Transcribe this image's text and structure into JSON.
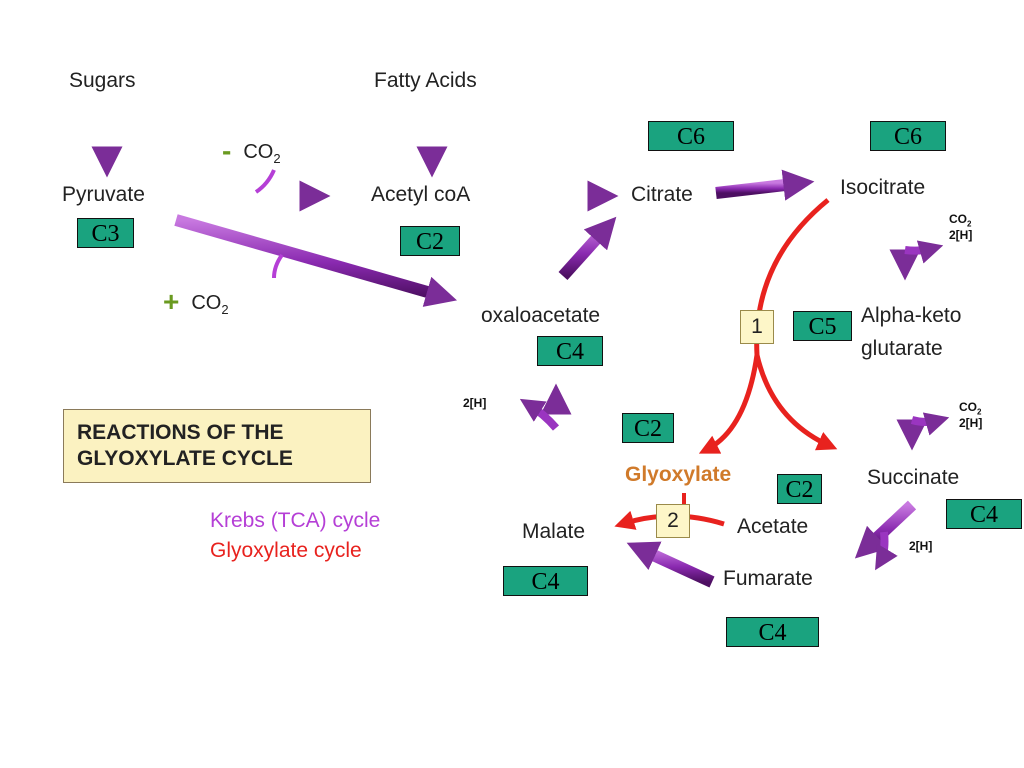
{
  "compounds": {
    "sugars": "Sugars",
    "fatty_acids": "Fatty Acids",
    "pyruvate": "Pyruvate",
    "acetyl_coa": "Acetyl coA",
    "citrate": "Citrate",
    "isocitrate": "Isocitrate",
    "oxaloacetate": "oxaloacetate",
    "alpha_keto_1": "Alpha-keto",
    "alpha_keto_2": "glutarate",
    "succinate": "Succinate",
    "glyoxylate": "Glyoxylate",
    "acetate": "Acetate",
    "malate": "Malate",
    "fumarate": "Fumarate"
  },
  "co2": {
    "minus_sign": "-",
    "plus_sign": "+",
    "co": "CO",
    "sub": "2"
  },
  "side_products": {
    "co": "CO",
    "sub": "2",
    "h2": "2[H]"
  },
  "carbon_counts": {
    "pyruvate": "C3",
    "acetyl_coa": "C2",
    "citrate": "C6",
    "isocitrate": "C6",
    "alpha_keto": "C5",
    "oxaloacetate": "C4",
    "glyoxylate": "C2",
    "acetate": "C2",
    "succinate": "C4",
    "malate": "C4",
    "fumarate": "C4"
  },
  "steps": {
    "one": "1",
    "two": "2"
  },
  "title": {
    "line1": "REACTIONS OF THE",
    "line2": "GLYOXYLATE CYCLE"
  },
  "legend": {
    "krebs": "Krebs (TCA) cycle",
    "glyoxylate": "Glyoxylate cycle"
  },
  "colors": {
    "krebs": "#b53fd6",
    "glyoxylate": "#e8221e",
    "arrow_dark": "#5a1470",
    "arrow_light": "#c879e0",
    "carbon_box": "#1aa37f",
    "title_box": "#fbf2c1",
    "glyoxylate_label": "#d07a2a",
    "plus_sign": "#6a9a20"
  }
}
